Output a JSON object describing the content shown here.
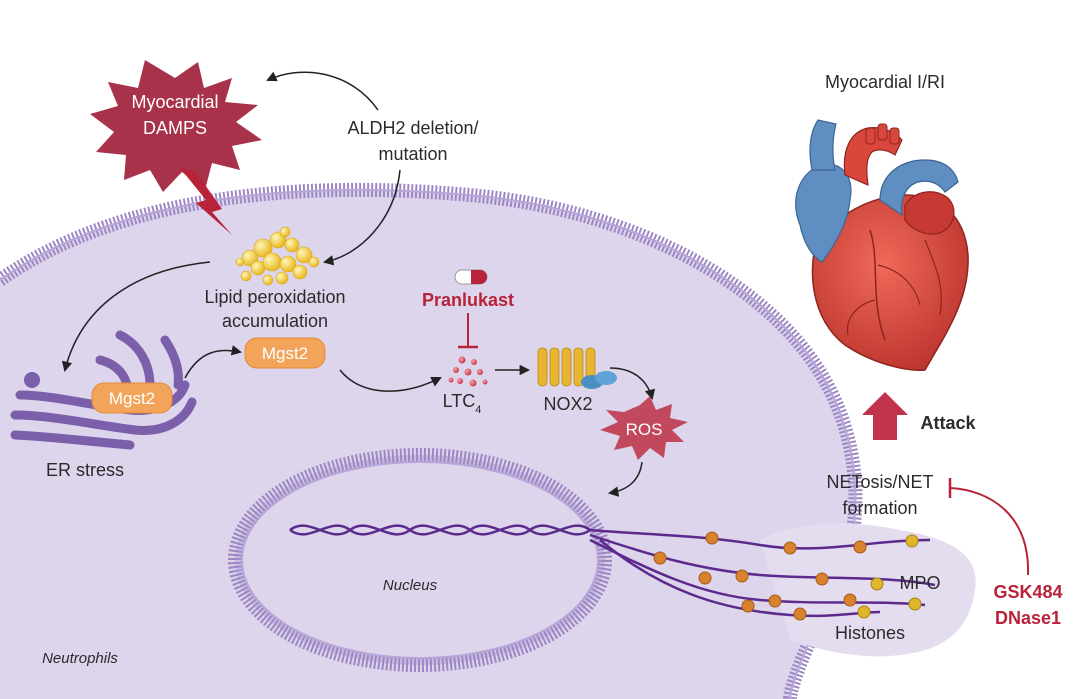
{
  "labels": {
    "myocardial_damps_line1": "Myocardial",
    "myocardial_damps_line2": "DAMPS",
    "aldh2_line1": "ALDH2 deletion/",
    "aldh2_line2": "mutation",
    "lipid_line1": "Lipid peroxidation",
    "lipid_line2": "accumulation",
    "mgst2_er": "Mgst2",
    "mgst2_free": "Mgst2",
    "er_stress": "ER stress",
    "pranlukast": "Pranlukast",
    "ltc4": "LTC",
    "ltc4_sub": "4",
    "nox2": "NOX2",
    "ros": "ROS",
    "myocardial_iri": "Myocardial I/RI",
    "attack": "Attack",
    "netosis_line1": "NETosis/NET",
    "netosis_line2": "formation",
    "gsk484": "GSK484",
    "dnase1": "DNase1",
    "mpo": "MPO",
    "histones": "Histones",
    "nucleus": "Nucleus",
    "neutrophils": "Neutrophils"
  },
  "colors": {
    "cell_fill": "#ddd5ec",
    "membrane": "#9d87c4",
    "nucleus_fill": "#c8bce0",
    "dna": "#5b2a8c",
    "mgst2": "#f2a45a",
    "damps": "#a8324a",
    "inhibitor_red": "#b8233a",
    "lipid": "#f3cf3d",
    "nox2_yellow": "#e8b530",
    "nox2_blue": "#4a8fc4",
    "histone": "#d9822e",
    "mpo": "#e0b52a"
  }
}
